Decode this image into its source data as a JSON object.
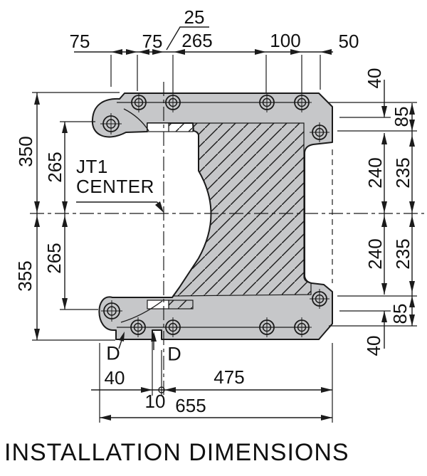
{
  "title": "INSTALLATION DIMENSIONS",
  "center_label": {
    "line1": "JT1",
    "line2": "CENTER"
  },
  "dims": {
    "top": {
      "d75a": "75",
      "d75b": "75",
      "d25": "25",
      "d265": "265",
      "d100": "100",
      "d50": "50"
    },
    "left": {
      "d350": "350",
      "d265top": "265",
      "d265bot": "265",
      "d355": "355"
    },
    "right": {
      "d40top": "40",
      "d85top": "85",
      "d240top": "240",
      "d235top": "235",
      "d240bot": "240",
      "d235bot": "235",
      "d85bot": "85",
      "d40bot": "40"
    },
    "bottom": {
      "dD1": "D",
      "dD2": "D",
      "d40": "40",
      "d10": "10",
      "d475": "475",
      "d655": "655"
    }
  },
  "colors": {
    "part_fill": "#c6c7c9",
    "line": "#1b1b1b",
    "background": "#ffffff"
  }
}
